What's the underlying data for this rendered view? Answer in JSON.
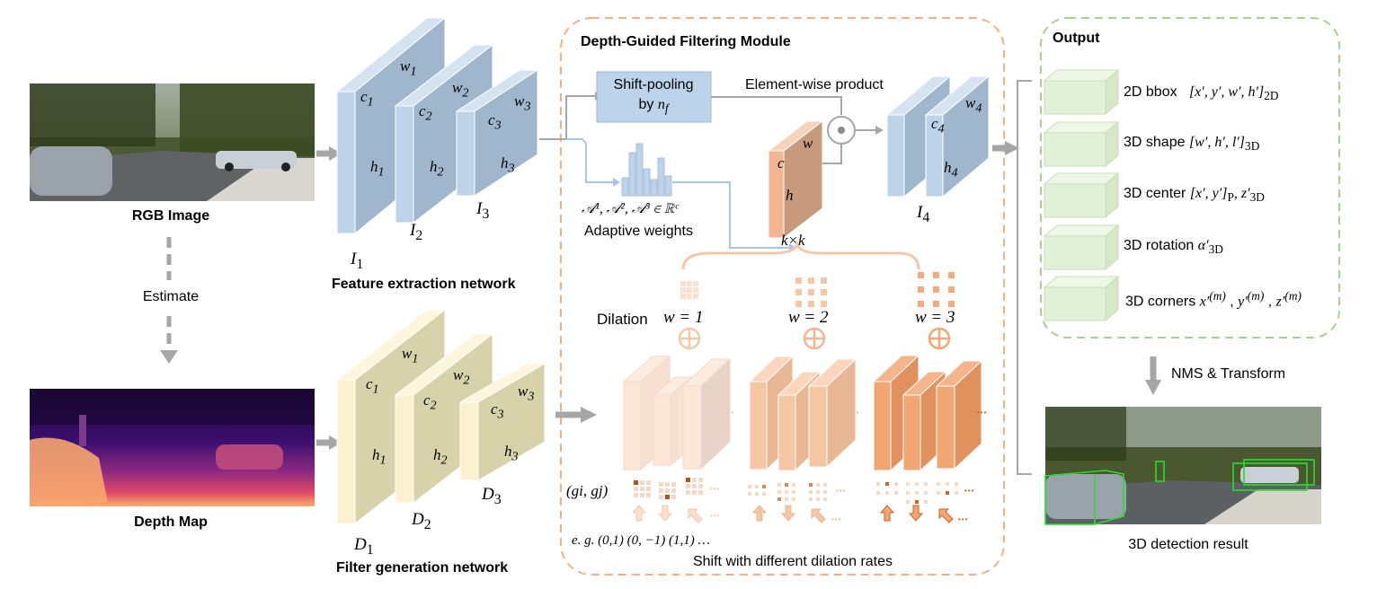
{
  "left": {
    "rgb_caption": "RGB Image",
    "estimate_label": "Estimate",
    "depth_caption": "Depth Map"
  },
  "feature_net": {
    "title": "Feature extraction network",
    "w1": "w",
    "w1s": "1",
    "c1": "c",
    "c1s": "1",
    "h1": "h",
    "h1s": "1",
    "w2": "w",
    "w2s": "2",
    "c2": "c",
    "c2s": "2",
    "h2": "h",
    "h2s": "2",
    "w3": "w",
    "w3s": "3",
    "c3": "c",
    "c3s": "3",
    "h3": "h",
    "h3s": "3",
    "I1": "I",
    "I1s": "1",
    "I2": "I",
    "I2s": "2",
    "I3": "I",
    "I3s": "3"
  },
  "filter_net": {
    "title": "Filter generation network",
    "D1": "D",
    "D1s": "1",
    "D2": "D",
    "D2s": "2",
    "D3": "D",
    "D3s": "3"
  },
  "dgf": {
    "title": "Depth-Guided Filtering Module",
    "shift_pool_line1": "Shift-pooling",
    "shift_pool_by": "by ",
    "shift_pool_n": "n",
    "shift_pool_ns": "f",
    "element_wise": "Element-wise product",
    "odot": "⊙",
    "weights_formula": "𝒜¹, 𝒜², 𝒜³ ∈ ℝᶜ",
    "adaptive_weights": "Adaptive weights",
    "kernel_c": "c",
    "kernel_w": "w",
    "kernel_h": "h",
    "kxk": "k×k",
    "I4": "I",
    "I4s": "4",
    "c4": "c",
    "c4s": "4",
    "w4": "w",
    "w4s": "4",
    "h4": "h",
    "h4s": "4",
    "dilation_label": "Dilation",
    "w_eq_1": "w = 1",
    "w_eq_2": "w = 2",
    "w_eq_3": "w = 3",
    "oplus": "⊕",
    "ellipsis_dots": "•••",
    "gi_gj": "(gi, gj)",
    "eg_offsets": "e. g. (0,1) (0, −1) (1,1) …",
    "shift_caption": "Shift with different dilation rates"
  },
  "output": {
    "title": "Output",
    "items": [
      {
        "name": "2D bbox",
        "formula": "[x′, y′, w′, h′]",
        "sub": "2D"
      },
      {
        "name": "3D shape",
        "formula": "[w′, h′, l′]",
        "sub": "3D"
      },
      {
        "name": "3D center",
        "formula": "[x′, y′]",
        "sub": "P",
        "extra": ", z′",
        "extra_sub": "3D"
      },
      {
        "name": "3D rotation",
        "formula": "α′",
        "sub": "3D"
      },
      {
        "name": "3D corners",
        "formula": "x′",
        "sup": "(m)",
        "f2": "y′",
        "sup2": "(m)",
        "f3": "z′",
        "sup3": "(m)"
      }
    ],
    "nms_label": "NMS & Transform",
    "result_caption": "3D detection result"
  },
  "colors": {
    "blue_front": "#bcd3ea",
    "blue_side": "#9fb6cc",
    "yellow_front": "#fbf1cf",
    "yellow_side": "#d7d2aa",
    "peach": "#f2b792",
    "dashed_orange": "#f0b184",
    "dashed_green": "#a9d18e",
    "output_box": "#e3f0d9",
    "arrow_gray": "#a6a6a6",
    "weights_blue": "#a9c4e4"
  }
}
